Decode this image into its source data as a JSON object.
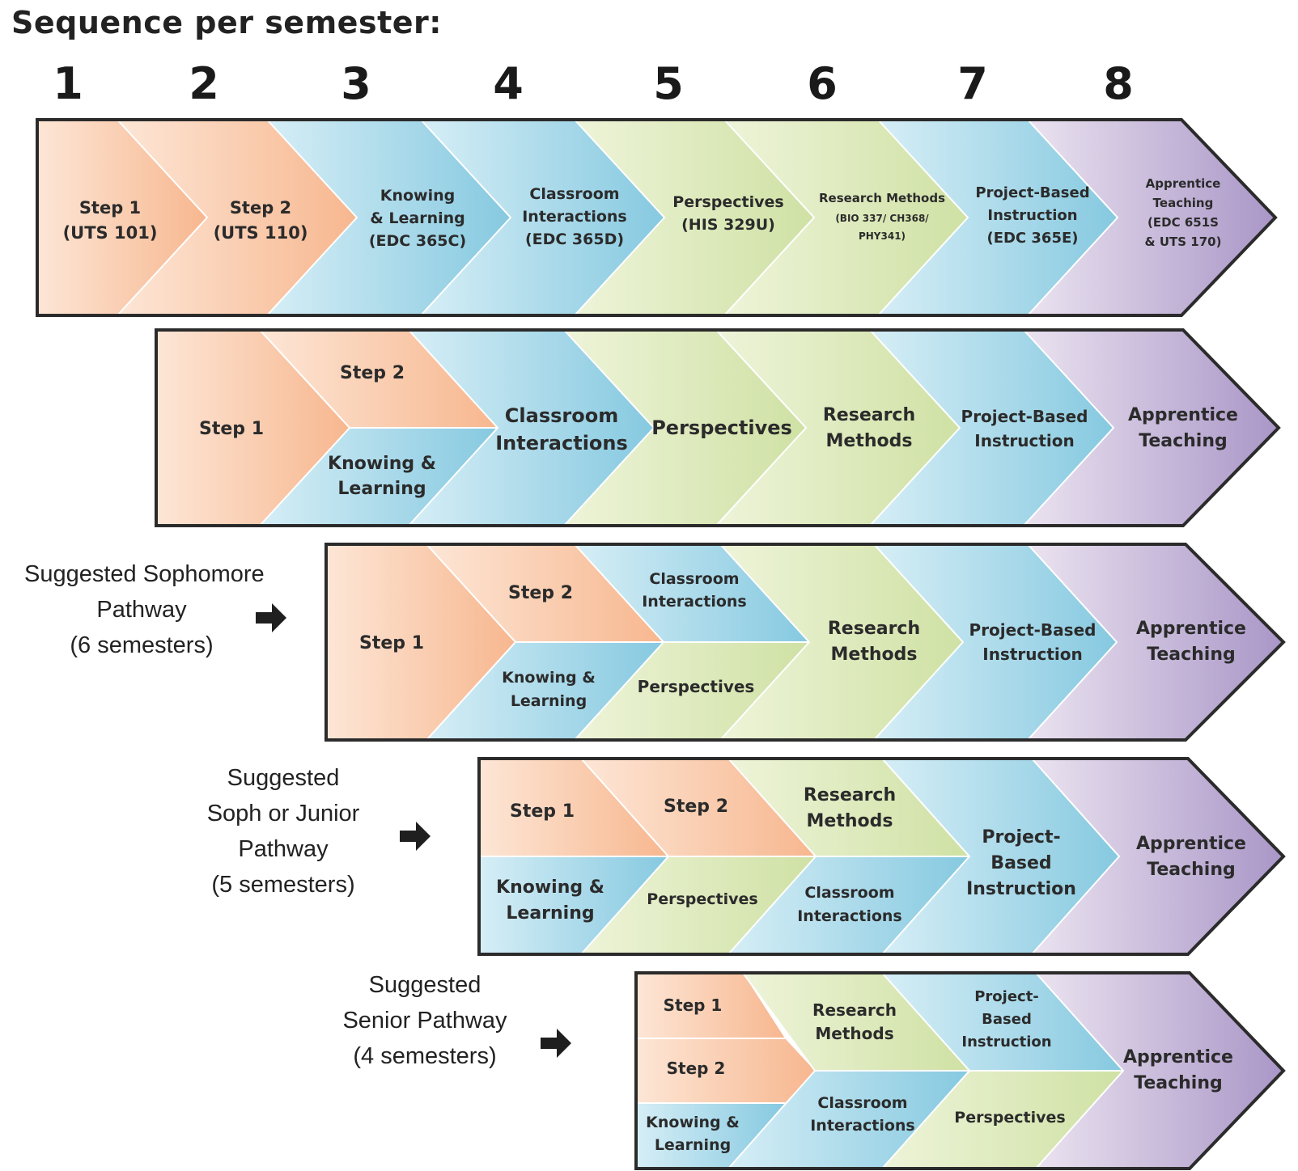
{
  "title": "Sequence per semester:",
  "semesters": [
    "1",
    "2",
    "3",
    "4",
    "5",
    "6",
    "7",
    "8"
  ],
  "colors": {
    "orange_light": "#fde6d6",
    "orange_dark": "#f7b78f",
    "blue_light": "#d6eef6",
    "blue_dark": "#86c9e0",
    "green_light": "#eef4d9",
    "green_dark": "#cfe1a4",
    "purple_light": "#ebe3f0",
    "purple_dark": "#a996c7",
    "outline": "#2b2b2b"
  },
  "rows": [
    {
      "label": [],
      "segments": [
        {
          "color": "orange",
          "lines": [
            "Step 1",
            "(UTS 101)"
          ]
        },
        {
          "color": "orange",
          "lines": [
            "Step 2",
            "(UTS 110)"
          ]
        },
        {
          "color": "blue",
          "lines": [
            "Knowing",
            "& Learning",
            "(EDC 365C)"
          ]
        },
        {
          "color": "blue",
          "lines": [
            "Classroom",
            "Interactions",
            "(EDC 365D)"
          ]
        },
        {
          "color": "green",
          "lines": [
            "Perspectives",
            "(HIS 329U)"
          ]
        },
        {
          "color": "green",
          "lines": [
            "Research Methods",
            "(BIO 337/ CH368/",
            "PHY341)"
          ]
        },
        {
          "color": "blue",
          "lines": [
            "Project-Based",
            "Instruction",
            "(EDC 365E)"
          ]
        },
        {
          "color": "purple",
          "lines": [
            "Apprentice",
            "Teaching",
            "(EDC 651S",
            "& UTS 170)"
          ]
        }
      ]
    },
    {
      "label": [],
      "segments": [
        {
          "color": "orange",
          "lines": [
            "Step 1"
          ]
        },
        {
          "color": "orange",
          "lines": [
            "Step 2"
          ]
        },
        {
          "color": "blue",
          "lines": [
            "Knowing &",
            "Learning"
          ]
        },
        {
          "color": "blue",
          "lines": [
            "Classroom",
            "Interactions"
          ]
        },
        {
          "color": "green",
          "lines": [
            "Perspectives"
          ]
        },
        {
          "color": "green",
          "lines": [
            "Research",
            "Methods"
          ]
        },
        {
          "color": "blue",
          "lines": [
            "Project-Based",
            "Instruction"
          ]
        },
        {
          "color": "purple",
          "lines": [
            "Apprentice",
            "Teaching"
          ]
        }
      ]
    },
    {
      "label": [
        "Suggested Sophomore",
        "Pathway",
        "(6 semesters)"
      ],
      "segments": [
        {
          "color": "orange",
          "lines": [
            "Step 1"
          ]
        },
        {
          "color": "orange",
          "lines": [
            "Step 2"
          ]
        },
        {
          "color": "blue",
          "lines": [
            "Knowing &",
            "Learning"
          ]
        },
        {
          "color": "blue",
          "lines": [
            "Classroom",
            "Interactions"
          ]
        },
        {
          "color": "green",
          "lines": [
            "Perspectives"
          ]
        },
        {
          "color": "green",
          "lines": [
            "Research",
            "Methods"
          ]
        },
        {
          "color": "blue",
          "lines": [
            "Project-Based",
            "Instruction"
          ]
        },
        {
          "color": "purple",
          "lines": [
            "Apprentice",
            "Teaching"
          ]
        }
      ]
    },
    {
      "label": [
        "Suggested",
        "Soph or Junior",
        "Pathway",
        "(5 semesters)"
      ],
      "segments": [
        {
          "color": "orange",
          "lines": [
            "Step 1"
          ]
        },
        {
          "color": "blue",
          "lines": [
            "Knowing &",
            "Learning"
          ]
        },
        {
          "color": "orange",
          "lines": [
            "Step 2"
          ]
        },
        {
          "color": "green",
          "lines": [
            "Perspectives"
          ]
        },
        {
          "color": "green",
          "lines": [
            "Research",
            "Methods"
          ]
        },
        {
          "color": "blue",
          "lines": [
            "Classroom",
            "Interactions"
          ]
        },
        {
          "color": "blue",
          "lines": [
            "Project-",
            "Based",
            "Instruction"
          ]
        },
        {
          "color": "purple",
          "lines": [
            "Apprentice",
            "Teaching"
          ]
        }
      ]
    },
    {
      "label": [
        "Suggested",
        "Senior Pathway",
        "(4 semesters)"
      ],
      "segments": [
        {
          "color": "orange",
          "lines": [
            "Step 1"
          ]
        },
        {
          "color": "orange",
          "lines": [
            "Step 2"
          ]
        },
        {
          "color": "blue",
          "lines": [
            "Knowing &",
            "Learning"
          ]
        },
        {
          "color": "green",
          "lines": [
            "Research",
            "Methods"
          ]
        },
        {
          "color": "blue",
          "lines": [
            "Classroom",
            "Interactions"
          ]
        },
        {
          "color": "blue",
          "lines": [
            "Project-",
            "Based",
            "Instruction"
          ]
        },
        {
          "color": "green",
          "lines": [
            "Perspectives"
          ]
        },
        {
          "color": "purple",
          "lines": [
            "Apprentice",
            "Teaching"
          ]
        }
      ]
    }
  ]
}
